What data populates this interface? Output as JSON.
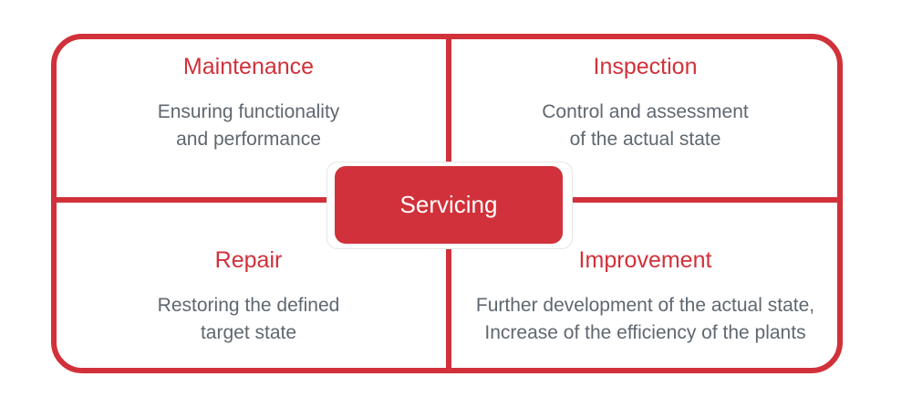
{
  "center": {
    "label": "Servicing"
  },
  "quadrants": {
    "top_left": {
      "title": "Maintenance",
      "line1": "Ensuring functionality",
      "line2": "and performance"
    },
    "top_right": {
      "title": "Inspection",
      "line1": "Control and assessment",
      "line2": "of the actual state"
    },
    "bottom_left": {
      "title": "Repair",
      "line1": "Restoring the defined",
      "line2": "target state"
    },
    "bottom_right": {
      "title": "Improvement",
      "line1": "Further development of the actual state,",
      "line2": "Increase of the efficiency of the plants"
    }
  },
  "colors": {
    "accent": "#d1313a",
    "text": "#5f6770",
    "background": "#ffffff"
  }
}
